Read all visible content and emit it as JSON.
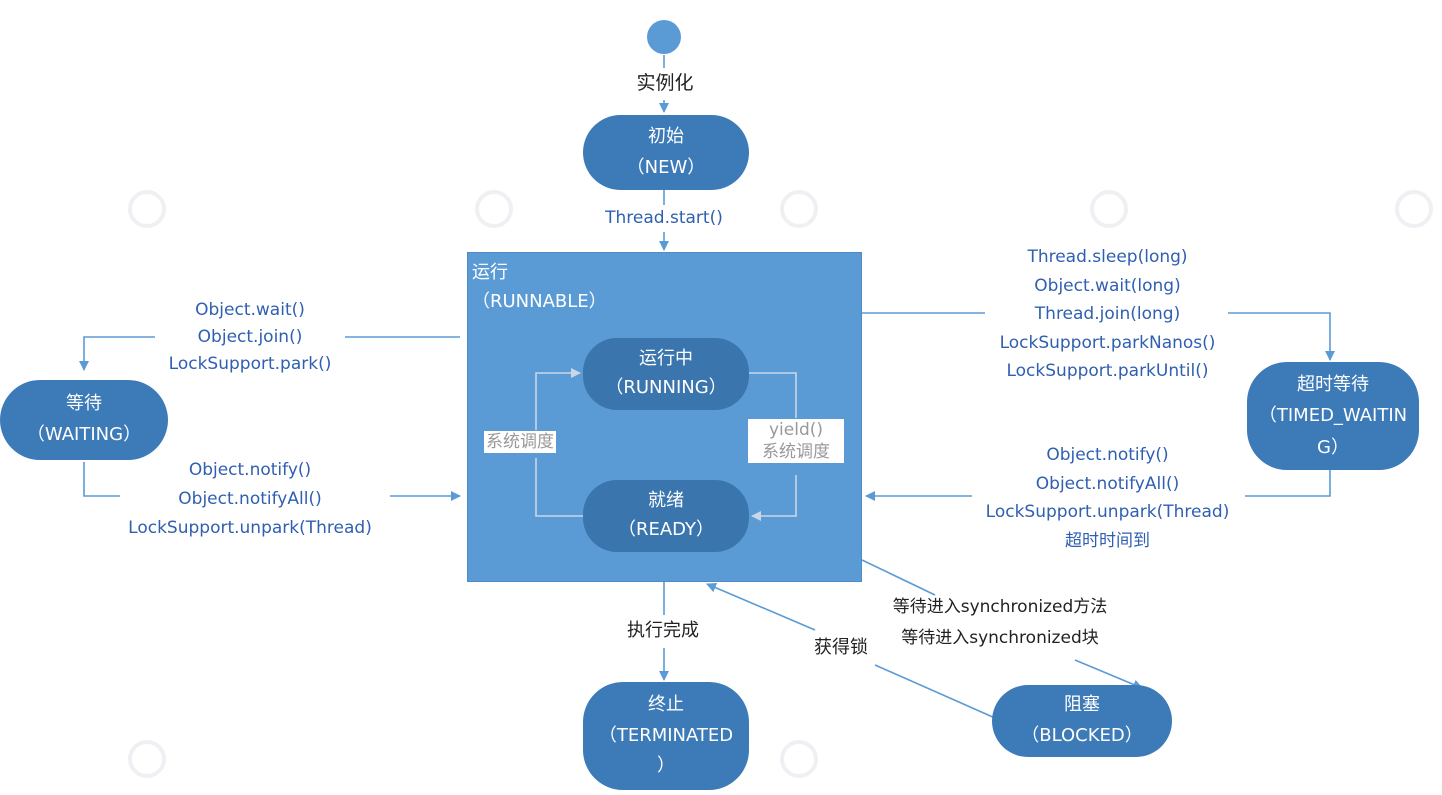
{
  "labels": {
    "instantiate": "实例化",
    "thread_start": "Thread.start()",
    "running_box_title": "运行",
    "running_box_sub": "（RUNNABLE）",
    "to_waiting": [
      "Object.wait()",
      "Object.join()",
      "LockSupport.park()"
    ],
    "from_waiting": [
      "Object.notify()",
      "Object.notifyAll()",
      "LockSupport.unpark(Thread)"
    ],
    "to_timed": [
      "Thread.sleep(long)",
      "Object.wait(long)",
      "Thread.join(long)",
      "LockSupport.parkNanos()",
      "LockSupport.parkUntil()"
    ],
    "from_timed": [
      "Object.notify()",
      "Object.notifyAll()",
      "LockSupport.unpark(Thread)",
      "超时时间到"
    ],
    "sched_left": "系统调度",
    "yield": "yield()",
    "sched_right": "系统调度",
    "finish": "执行完成",
    "get_lock": "获得锁",
    "to_blocked": [
      "等待进入synchronized方法",
      "等待进入synchronized块"
    ]
  },
  "states": {
    "new": {
      "line1": "初始",
      "line2": "（NEW）"
    },
    "running": {
      "line1": "运行中",
      "line2": "（RUNNING）"
    },
    "ready": {
      "line1": "就绪",
      "line2": "（READY）"
    },
    "waiting": {
      "line1": "等待",
      "line2": "（WAITING）"
    },
    "timed_waiting": {
      "line1": "超时等待",
      "line2": "（TIMED_WAITIN",
      "line3": "G）"
    },
    "terminated": {
      "line1": "终止",
      "line2": "（TERMINATED",
      "line3": "）"
    },
    "blocked": {
      "line1": "阻塞",
      "line2": "（BLOCKED）"
    }
  },
  "colors": {
    "state_fill": "#3d7ab8",
    "runnable_fill": "#5b9bd5",
    "label_text": "#2f5fb0",
    "start_dot": "#5b9bd5"
  }
}
